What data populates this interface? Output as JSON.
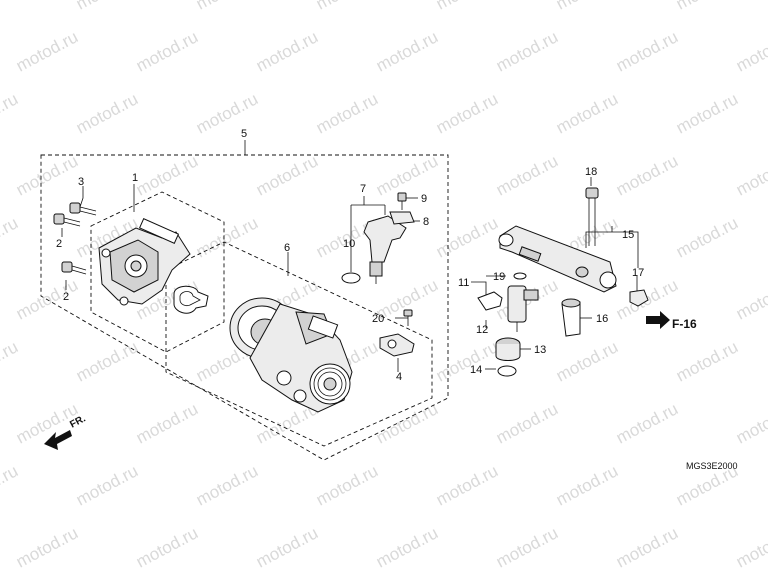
{
  "watermark": "motod.ru",
  "callouts": [
    "1",
    "2",
    "2",
    "3",
    "4",
    "5",
    "6",
    "7",
    "8",
    "9",
    "10",
    "11",
    "12",
    "13",
    "14",
    "15",
    "16",
    "17",
    "18",
    "19",
    "20"
  ],
  "reference": "F-16",
  "direction_label": "FR.",
  "diagram_code": "MGS3E2000"
}
